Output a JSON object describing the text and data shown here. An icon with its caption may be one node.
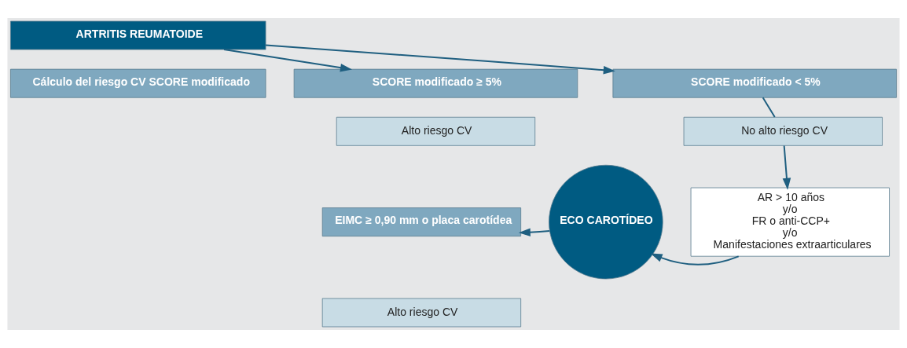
{
  "diagram": {
    "nodes": [
      {
        "text": [
          "ARTRITIS REUMATOIDE"
        ]
      },
      {
        "text": [
          "Cálculo del riesgo CV SCORE modificado"
        ]
      },
      {
        "text": [
          "SCORE modificado ≥ 5%"
        ]
      },
      {
        "text": [
          "Alto riesgo CV"
        ]
      },
      {
        "text": [
          "SCORE modificado < 5%"
        ]
      },
      {
        "text": [
          "No alto riesgo CV"
        ]
      },
      {
        "text": [
          "AR > 10 años",
          "y/o",
          "FR o anti-CCP+",
          "y/o",
          "Manifestaciones extraarticulares"
        ]
      },
      {
        "text": [
          "ECO CAROTÍDEO"
        ]
      },
      {
        "text": [
          "EIMC ≥ 0,90 mm o placa carotídea"
        ]
      },
      {
        "text": [
          "Alto riesgo CV"
        ]
      }
    ],
    "edges": [
      {
        "from": 0,
        "to": 2,
        "arrow": "to"
      },
      {
        "from": 0,
        "to": 4,
        "arrow": "to"
      },
      {
        "from": 4,
        "to": 5,
        "arrow": "none"
      },
      {
        "from": 5,
        "to": 6,
        "arrow": "to"
      },
      {
        "from": 6,
        "to": 7,
        "arrow": "to"
      },
      {
        "from": 7,
        "to": 8,
        "arrow": "to"
      }
    ]
  }
}
